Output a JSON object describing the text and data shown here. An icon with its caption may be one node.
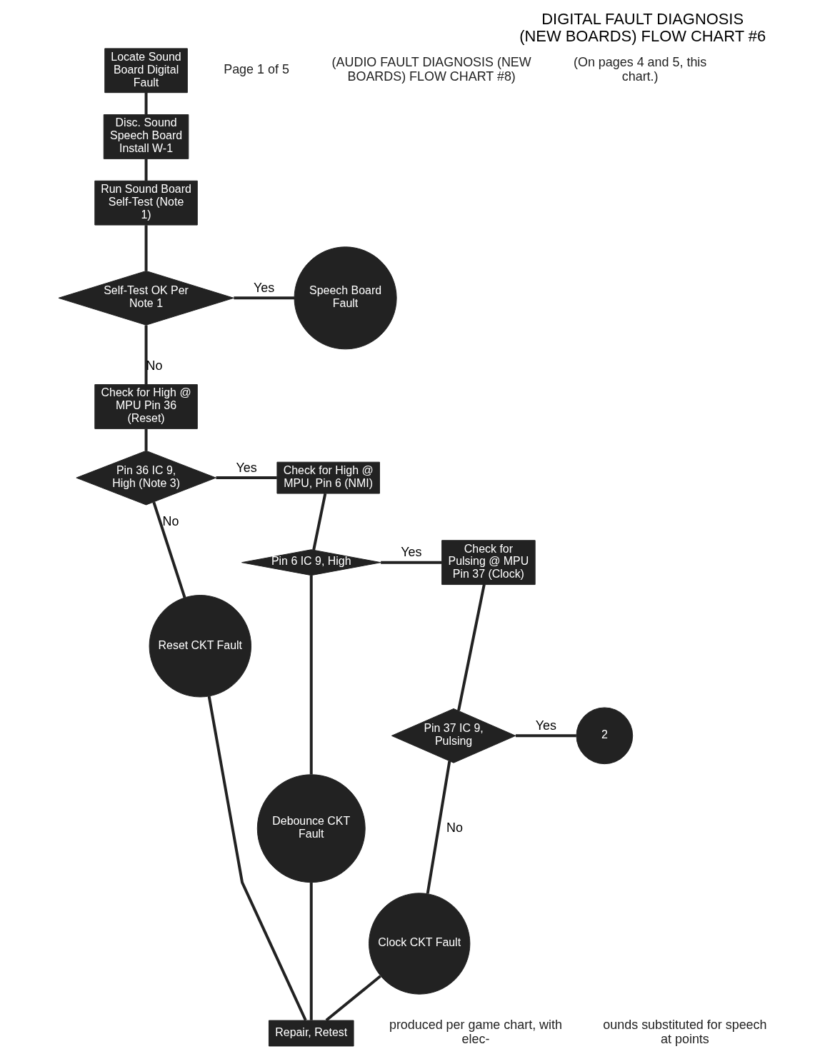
{
  "diagram": {
    "title": "DIGITAL FAULT DIAGNOSIS (NEW BOARDS) FLOW CHART #6",
    "nodes": [
      {
        "text": [
          "Locate Sound Board Digital Fault"
        ]
      },
      {
        "text": [
          "Disc. Sound Speech Board Install W-1"
        ]
      },
      {
        "text": [
          "Run Sound Board Self-Test (Note 1)"
        ]
      },
      {
        "text": [
          "Self-Test OK Per Note 1"
        ]
      },
      {
        "text": [
          "Speech Board Fault"
        ]
      },
      {
        "text": [
          "Check for High @ MPU Pin 36 (Reset)"
        ]
      },
      {
        "text": [
          "Pin 36 IC 9, High (Note 3)"
        ]
      },
      {
        "text": [
          "Check for High @ MPU, Pin 6 (NMI)"
        ]
      },
      {
        "text": [
          "Reset CKT Fault"
        ]
      },
      {
        "text": [
          "Pin 6 IC 9, High"
        ]
      },
      {
        "text": [
          "Check for Pulsing @ MPU Pin 37 (Clock)"
        ]
      },
      {
        "text": [
          "Debounce CKT Fault"
        ]
      },
      {
        "text": [
          "Pin 37 IC 9, Pulsing"
        ]
      },
      {
        "text": [
          "2"
        ]
      },
      {
        "text": [
          "Clock CKT Fault"
        ]
      },
      {
        "text": [
          "Repair, Retest"
        ]
      }
    ],
    "edges": [
      {
        "from": 0,
        "to": 1,
        "arrow": "none"
      },
      {
        "from": 1,
        "to": 2,
        "arrow": "none"
      },
      {
        "from": 2,
        "to": 3,
        "arrow": "none"
      },
      {
        "from": 3,
        "to": 4,
        "arrow": "none",
        "label": "Yes"
      },
      {
        "from": 3,
        "to": 5,
        "arrow": "none",
        "label": "No"
      },
      {
        "from": 5,
        "to": 6,
        "arrow": "none"
      },
      {
        "from": 6,
        "to": 7,
        "arrow": "none",
        "label": "Yes"
      },
      {
        "from": 6,
        "to": 8,
        "arrow": "none",
        "label": "No"
      },
      {
        "from": 7,
        "to": 9,
        "arrow": "none"
      },
      {
        "from": 9,
        "to": 10,
        "arrow": "none",
        "label": "Yes"
      },
      {
        "from": 9,
        "to": 11,
        "arrow": "none"
      },
      {
        "from": 10,
        "to": 12,
        "arrow": "none"
      },
      {
        "from": 12,
        "to": 13,
        "arrow": "none",
        "label": "Yes"
      },
      {
        "from": 12,
        "to": 14,
        "arrow": "none",
        "label": "No"
      },
      {
        "from": 8,
        "to": 15,
        "arrow": "none"
      },
      {
        "from": 11,
        "to": 15,
        "arrow": "none"
      },
      {
        "from": 14,
        "to": 15,
        "arrow": "none"
      }
    ],
    "labels": [
      "Page 1 of 5",
      "(AUDIO FAULT DIAGNOSIS (NEW BOARDS) FLOW CHART #8)",
      "(On pages 4 and 5, this chart.)",
      "produced per game chart, with elec-",
      "ounds substituted for speech at points"
    ]
  }
}
